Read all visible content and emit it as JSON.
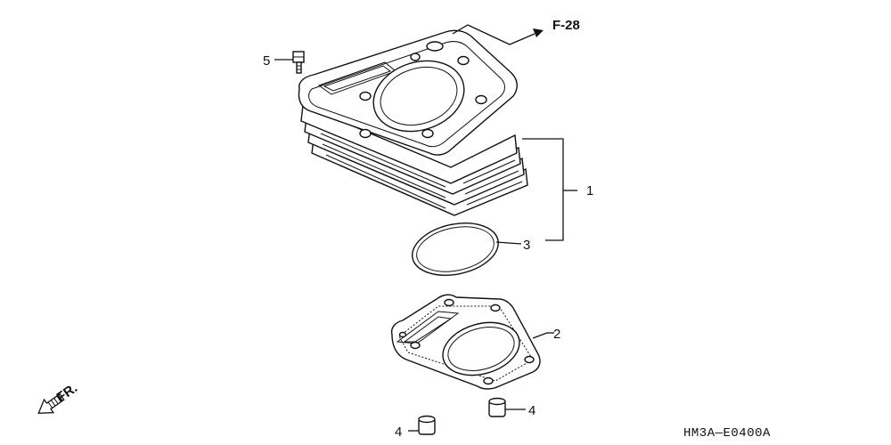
{
  "callouts": {
    "part_1": "1",
    "part_2": "2",
    "part_3": "3",
    "part_4_upper": "4",
    "part_4_lower": "4",
    "part_5": "5"
  },
  "reference": "F-28",
  "front_label": "FR.",
  "diagram_code": "HM3A—E0400A"
}
